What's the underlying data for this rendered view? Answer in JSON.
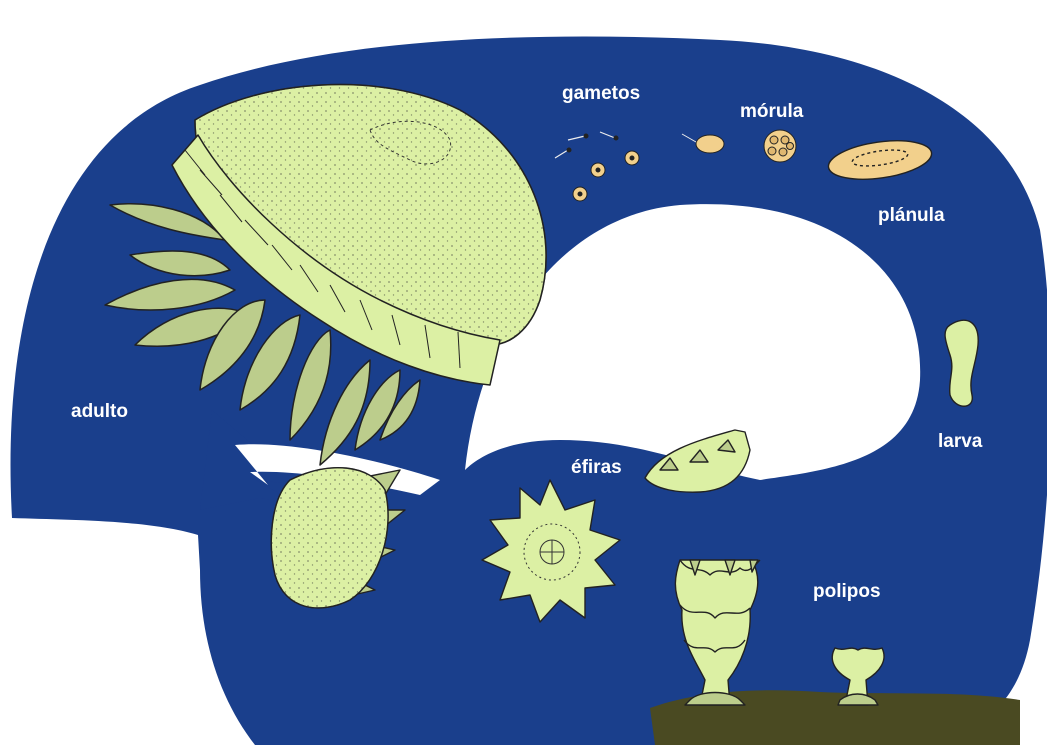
{
  "colors": {
    "background": "#ffffff",
    "cycle_band": "#1a3f8c",
    "organism": "#dcf0a4",
    "organism_shade": "#bccd8c",
    "outline": "#222222",
    "egg": "#f2d08c",
    "seabed": "#4a4a22",
    "label_text": "#ffffff"
  },
  "labels": {
    "gametes": "gametos",
    "morula": "mórula",
    "planula": "plánula",
    "larva": "larva",
    "polyps": "polipos",
    "ephyrae": "éfiras",
    "adult": "adulto"
  },
  "stages": [
    {
      "key": "gametes",
      "icon": "gametes-icon"
    },
    {
      "key": "morula",
      "icon": "morula-icon"
    },
    {
      "key": "planula",
      "icon": "planula-icon"
    },
    {
      "key": "larva",
      "icon": "larva-icon"
    },
    {
      "key": "polyps",
      "icon": "polyp-icon"
    },
    {
      "key": "ephyrae",
      "icon": "ephyra-icon"
    },
    {
      "key": "adult",
      "icon": "jellyfish-icon"
    }
  ]
}
